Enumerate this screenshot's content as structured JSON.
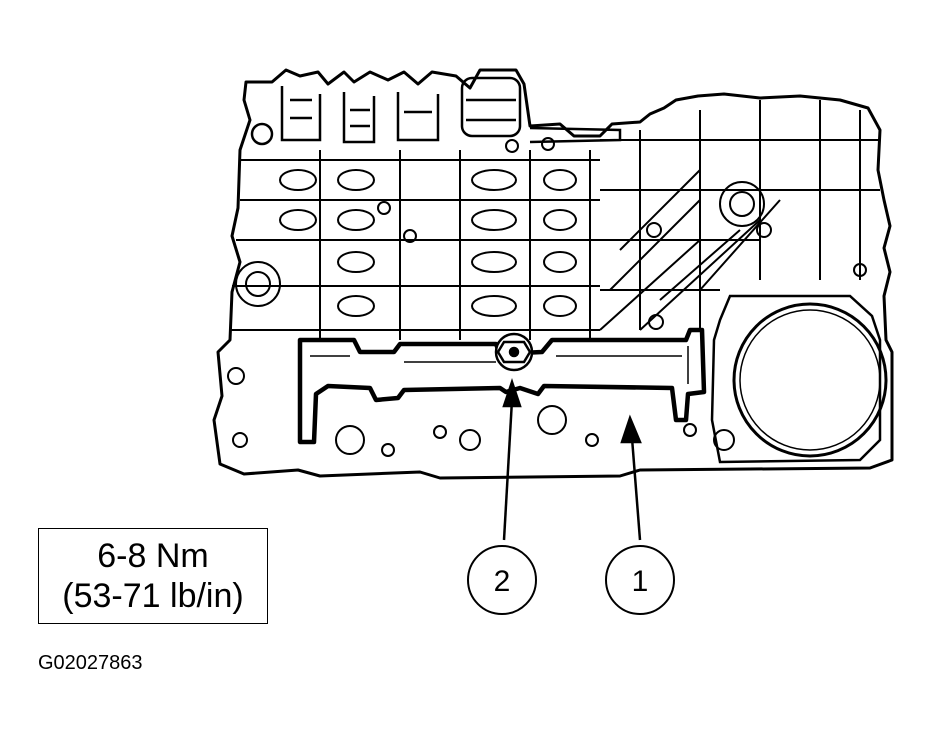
{
  "torque_spec": {
    "metric": "6-8 Nm",
    "imperial": "(53-71 lb/in)"
  },
  "callouts": [
    {
      "id": "1",
      "label": "1"
    },
    {
      "id": "2",
      "label": "2"
    }
  ],
  "figure_code": "G02027863"
}
